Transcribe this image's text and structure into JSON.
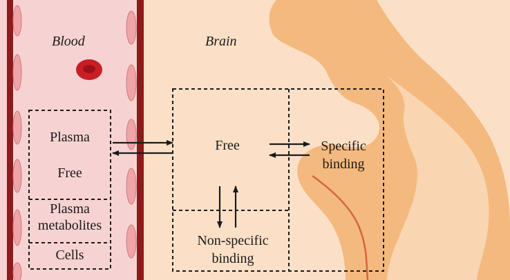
{
  "colors": {
    "blood_bg": "#f6d3d2",
    "vessel_wall": "#8c1c1c",
    "endothelial_cell": "#eea4a8",
    "brain_bg": "#fbe0c7",
    "brain_tissue": "#f4b97e",
    "brain_tissue_inner": "#f9d5b2",
    "sulcus_line": "#d4663a",
    "red_blood_cell": "#c81f27"
  },
  "labels": {
    "blood": "Blood",
    "brain": "Brain",
    "plasma": "Plasma",
    "free_blood": "Free",
    "plasma_metabolites_1": "Plasma",
    "plasma_metabolites_2": "metabolites",
    "cells": "Cells",
    "free_brain": "Free",
    "specific_1": "Specific",
    "specific_2": "binding",
    "nonspecific_1": "Non-specific",
    "nonspecific_2": "binding"
  },
  "icons": {
    "red_blood_cell": "red-blood-cell-icon"
  }
}
